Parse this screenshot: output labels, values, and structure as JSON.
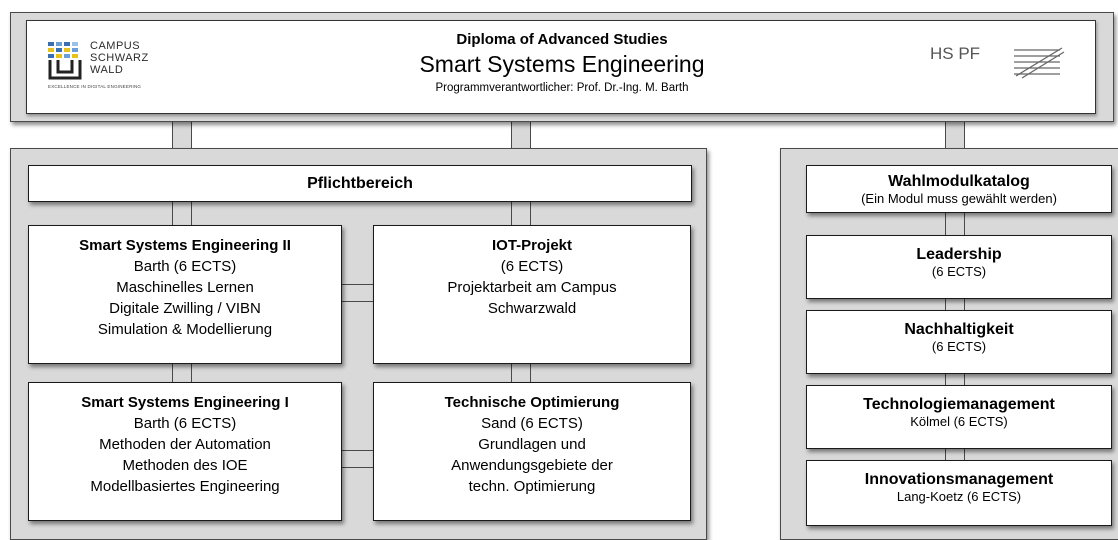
{
  "header": {
    "title": "Diploma of Advanced Studies",
    "program": "Smart Systems Engineering",
    "responsible": "Programmverantwortlicher: Prof. Dr.-Ing. M. Barth",
    "logo_left": {
      "lines": [
        "CAMPUS",
        "SCHWARZ",
        "WALD"
      ],
      "tagline": "EXCELLENCE IN DIGITAL ENGINEERING"
    },
    "logo_right": "HS PF"
  },
  "pflichtbereich": {
    "label": "Pflichtbereich",
    "modules": [
      {
        "id": "sse2",
        "title": "Smart Systems Engineering II",
        "lines": [
          "Barth (6 ECTS)",
          "Maschinelles Lernen",
          "Digitale Zwilling  / VIBN",
          "Simulation  & Modellierung"
        ]
      },
      {
        "id": "iot",
        "title": "IOT-Projekt",
        "lines": [
          "(6 ECTS)",
          "Projektarbeit am Campus",
          "Schwarzwald"
        ]
      },
      {
        "id": "sse1",
        "title": "Smart Systems Engineering I",
        "lines": [
          "Barth (6 ECTS)",
          "Methoden der Automation",
          "Methoden des IOE",
          "Modellbasiertes Engineering"
        ]
      },
      {
        "id": "topt",
        "title": "Technische Optimierung",
        "lines": [
          "Sand (6 ECTS)",
          "Grundlagen und",
          "Anwendungsgebiete der",
          "techn. Optimierung"
        ]
      }
    ]
  },
  "wahlmodulkatalog": {
    "title": "Wahlmodulkatalog",
    "subtitle": "(Ein Modul muss gewählt werden)",
    "modules": [
      {
        "title": "Leadership",
        "detail": "(6 ECTS)"
      },
      {
        "title": "Nachhaltigkeit",
        "detail": "(6 ECTS)"
      },
      {
        "title": "Technologiemanagement",
        "detail": "Kölmel (6 ECTS)"
      },
      {
        "title": "Innovationsmanagement",
        "detail": "Lang-Koetz  (6 ECTS)"
      }
    ]
  },
  "colors": {
    "panel": "#d9d9d9",
    "box": "#ffffff",
    "border": "#1a1a1a",
    "logo_blue": "#3a6fb0",
    "logo_yellow": "#e8c21a"
  }
}
